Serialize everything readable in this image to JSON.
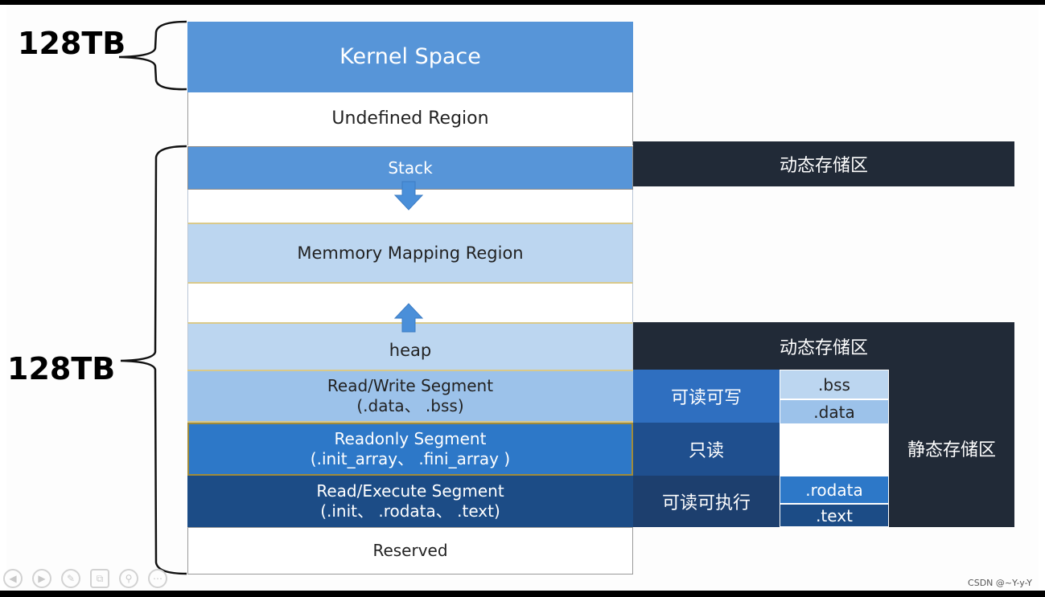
{
  "size_labels": {
    "top": "128TB",
    "bottom": "128TB"
  },
  "segments": {
    "kernel": "Kernel Space",
    "undefined": "Undefined Region",
    "stack": "Stack",
    "mmap": "Memmory Mapping Region",
    "heap": "heap",
    "rw_line1": "Read/Write Segment",
    "rw_line2": "(.data、 .bss)",
    "ro_line1": "Readonly Segment",
    "ro_line2": "(.init_array、  .fini_array )",
    "rx_line1": "Read/Execute Segment",
    "rx_line2": "(.init、 .rodata、 .text)",
    "reserved": "Reserved"
  },
  "right_labels": {
    "dynamic_top": "动态存储区",
    "dynamic_heap": "动态存储区",
    "read_write": "可读可写",
    "read_only": "只读",
    "read_exec": "可读可执行",
    "bss": ".bss",
    "data": ".data",
    "rodata": ".rodata",
    "text": ".text",
    "static": "静态存储区"
  },
  "colors": {
    "kernel_blue": "#5795d8",
    "light_blue": "#bcd6f0",
    "mid_blue": "#9cc2ea",
    "readonly_blue": "#2d78c8",
    "exec_navy": "#1c4c86",
    "dark_panel": "#212a37"
  },
  "toolbar_icons": [
    "prev-icon",
    "next-icon",
    "pen-icon",
    "copy-icon",
    "zoom-icon",
    "more-icon"
  ],
  "watermark": "CSDN @~Y-y-Y"
}
